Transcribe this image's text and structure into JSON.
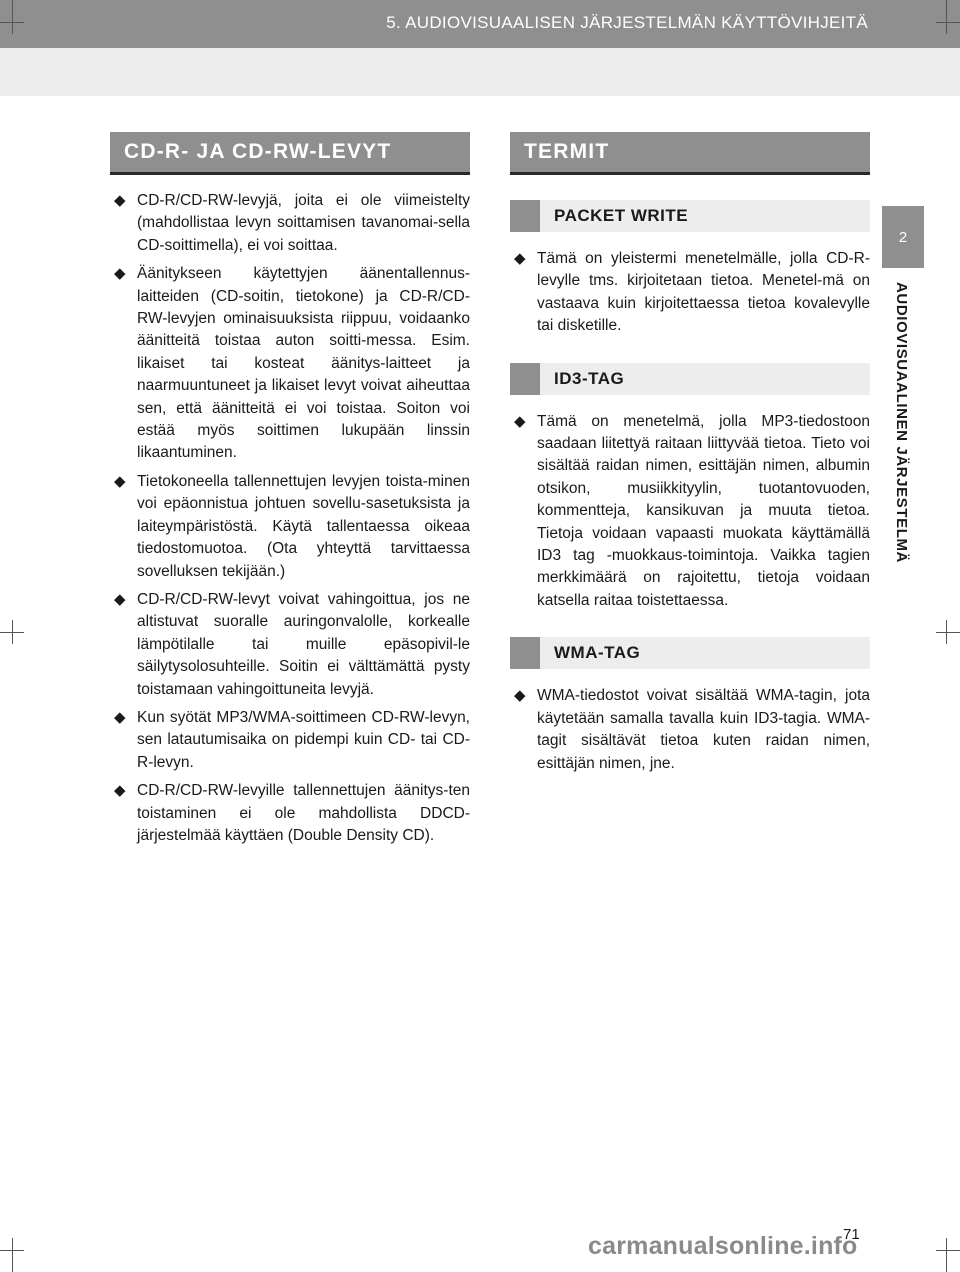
{
  "header": {
    "title": "5. AUDIOVISUAALISEN JÄRJESTELMÄN KÄYTTÖVIHJEITÄ"
  },
  "side_tab": {
    "number": "2",
    "label": "AUDIOVISUAALINEN JÄRJESTELMÄ"
  },
  "left": {
    "title": "CD-R- JA CD-RW-LEVYT",
    "bullets": [
      "CD-R/CD-RW-levyjä, joita ei ole viimeistelty (mahdollistaa levyn soittamisen tavanomai-sella CD-soittimella), ei voi soittaa.",
      "Äänitykseen käytettyjen äänentallennus-laitteiden (CD-soitin, tietokone) ja CD-R/CD-RW-levyjen ominaisuuksista riippuu, voidaanko äänitteitä toistaa auton soitti-messa. Esim. likaiset tai kosteat äänitys-laitteet ja naarmuuntuneet ja likaiset levyt voivat aiheuttaa sen, että äänitteitä ei voi toistaa. Soiton voi estää myös soittimen lukupään linssin likaantuminen.",
      "Tietokoneella tallennettujen levyjen toista-minen voi epäonnistua johtuen sovellu-sasetuksista ja laiteympäristöstä. Käytä tallentaessa oikeaa tiedostomuotoa. (Ota yhteyttä tarvittaessa sovelluksen tekijään.)",
      "CD-R/CD-RW-levyt voivat vahingoittua, jos ne altistuvat suoralle auringonvalolle, korkealle lämpötilalle tai muille epäsopivil-le säilytysolosuhteille. Soitin ei välttämättä pysty toistamaan vahingoittuneita levyjä.",
      "Kun syötät MP3/WMA-soittimeen CD-RW-levyn, sen latautumisaika on pidempi kuin CD- tai CD-R-levyn.",
      "CD-R/CD-RW-levyille tallennettujen äänitys-ten toistaminen ei ole mahdollista DDCD-järjestelmää käyttäen (Double Density CD)."
    ]
  },
  "right": {
    "title": "TERMIT",
    "sections": [
      {
        "heading": "PACKET WRITE",
        "bullets": [
          "Tämä on yleistermi menetelmälle, jolla CD-R-levylle tms. kirjoitetaan tietoa. Menetel-mä on vastaava kuin kirjoitettaessa tietoa kovalevylle tai disketille."
        ]
      },
      {
        "heading": "ID3-TAG",
        "bullets": [
          "Tämä on menetelmä, jolla MP3-tiedostoon saadaan liitettyä raitaan liittyvää tietoa. Tieto voi sisältää raidan nimen, esittäjän nimen, albumin otsikon, musiikkityylin, tuotantovuoden, kommentteja, kansikuvan ja muuta tietoa. Tietoja voidaan vapaasti muokata käyttämällä ID3 tag -muokkaus-toimintoja. Vaikka tagien merkkimäärä on rajoitettu, tietoja voidaan katsella raitaa toistettaessa."
        ]
      },
      {
        "heading": "WMA-TAG",
        "bullets": [
          "WMA-tiedostot voivat sisältää WMA-tagin, jota käytetään samalla tavalla kuin ID3-tagia. WMA-tagit sisältävät tietoa kuten raidan nimen, esittäjän nimen, jne."
        ]
      }
    ]
  },
  "bullet_glyph": "◆",
  "page_number": "71",
  "watermark": "carmanualsonline.info",
  "colors": {
    "header_gray": "#8f8f8f",
    "light_gray": "#ededed"
  }
}
